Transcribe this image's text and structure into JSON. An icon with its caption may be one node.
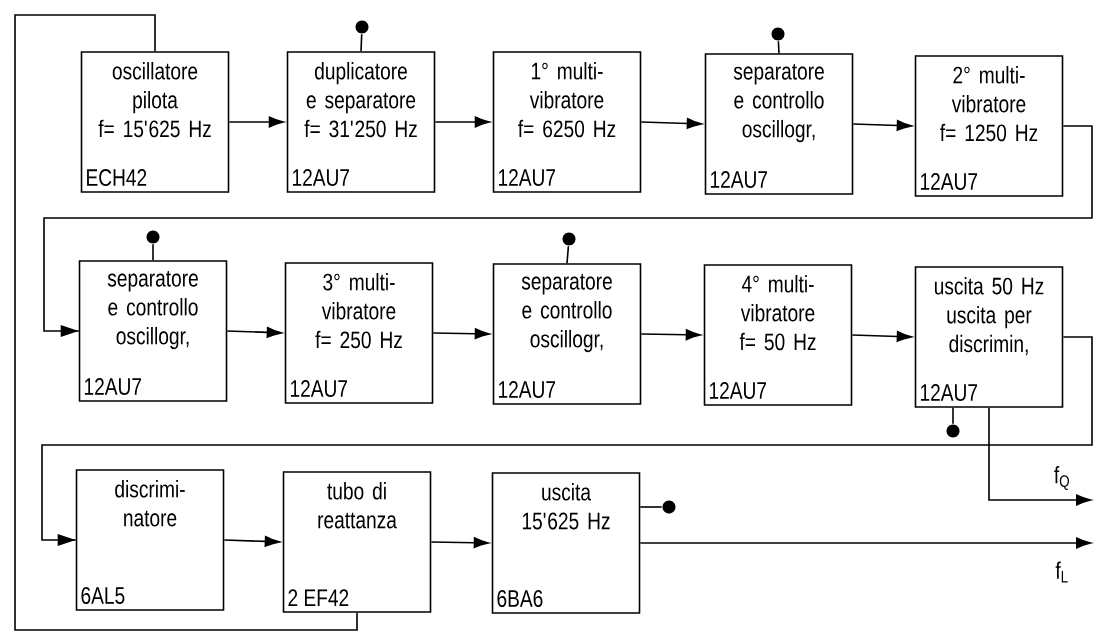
{
  "diagram": {
    "nodes": [
      {
        "text": [
          "oscillatore pilota",
          "f= 15'625 Hz",
          "ECH42"
        ]
      },
      {
        "text": [
          "duplicatore e separatore",
          "f= 31'250 Hz",
          "12AU7"
        ]
      },
      {
        "text": [
          "1° multi- vibratore",
          "f= 6250 Hz",
          "12AU7"
        ]
      },
      {
        "text": [
          "separatore e controllo oscillogr,",
          "12AU7"
        ]
      },
      {
        "text": [
          "2° multi- vibratore",
          "f= 1250 Hz",
          "12AU7"
        ]
      },
      {
        "text": [
          "separatore e controllo oscillogr,",
          "12AU7"
        ]
      },
      {
        "text": [
          "3° multi- vibratore",
          "f= 250 Hz",
          "12AU7"
        ]
      },
      {
        "text": [
          "separatore e controllo oscillogr,",
          "12AU7"
        ]
      },
      {
        "text": [
          "4° multi- vibratore",
          "f= 50 Hz",
          "12AU7"
        ]
      },
      {
        "text": [
          "uscita 50 Hz uscita per discrimin,",
          "12AU7"
        ]
      },
      {
        "text": [
          "discrimi- natore",
          "6AL5"
        ]
      },
      {
        "text": [
          "tubo di reattanza",
          "2 EF42"
        ]
      },
      {
        "text": [
          "uscita 15'625 Hz",
          "6BA6"
        ]
      },
      {
        "text": [],
        "shape": "circle"
      },
      {
        "text": [],
        "shape": "circle"
      },
      {
        "text": [],
        "shape": "circle"
      },
      {
        "text": [],
        "shape": "circle"
      },
      {
        "text": [],
        "shape": "circle"
      },
      {
        "text": [],
        "shape": "circle"
      }
    ],
    "edges": [
      {
        "from": 0,
        "to": 1,
        "arrow": "to"
      },
      {
        "from": 1,
        "to": 2,
        "arrow": "to"
      },
      {
        "from": 2,
        "to": 3,
        "arrow": "to"
      },
      {
        "from": 3,
        "to": 4,
        "arrow": "to"
      },
      {
        "from": 4,
        "to": 5,
        "arrow": "to"
      },
      {
        "from": 5,
        "to": 6,
        "arrow": "to"
      },
      {
        "from": 6,
        "to": 7,
        "arrow": "to"
      },
      {
        "from": 7,
        "to": 8,
        "arrow": "to"
      },
      {
        "from": 8,
        "to": 9,
        "arrow": "to"
      },
      {
        "from": 9,
        "to": 10,
        "arrow": "to"
      },
      {
        "from": 10,
        "to": 11,
        "arrow": "to"
      },
      {
        "from": 11,
        "to": 12,
        "arrow": "to"
      },
      {
        "from": 12,
        "to": null,
        "arrow": "to",
        "label": "f$_{L}$"
      },
      {
        "from": 9,
        "to": null,
        "arrow": "to",
        "label": "f$_{Q}$"
      },
      {
        "from": 11,
        "to": 0,
        "arrow": "none"
      },
      {
        "from": 1,
        "to": 13,
        "arrow": "none"
      },
      {
        "from": 3,
        "to": 14,
        "arrow": "none"
      },
      {
        "from": 5,
        "to": 15,
        "arrow": "none"
      },
      {
        "from": 7,
        "to": 16,
        "arrow": "none"
      },
      {
        "from": 9,
        "to": 17,
        "arrow": "none"
      },
      {
        "from": 12,
        "to": 18,
        "arrow": "none"
      }
    ]
  }
}
